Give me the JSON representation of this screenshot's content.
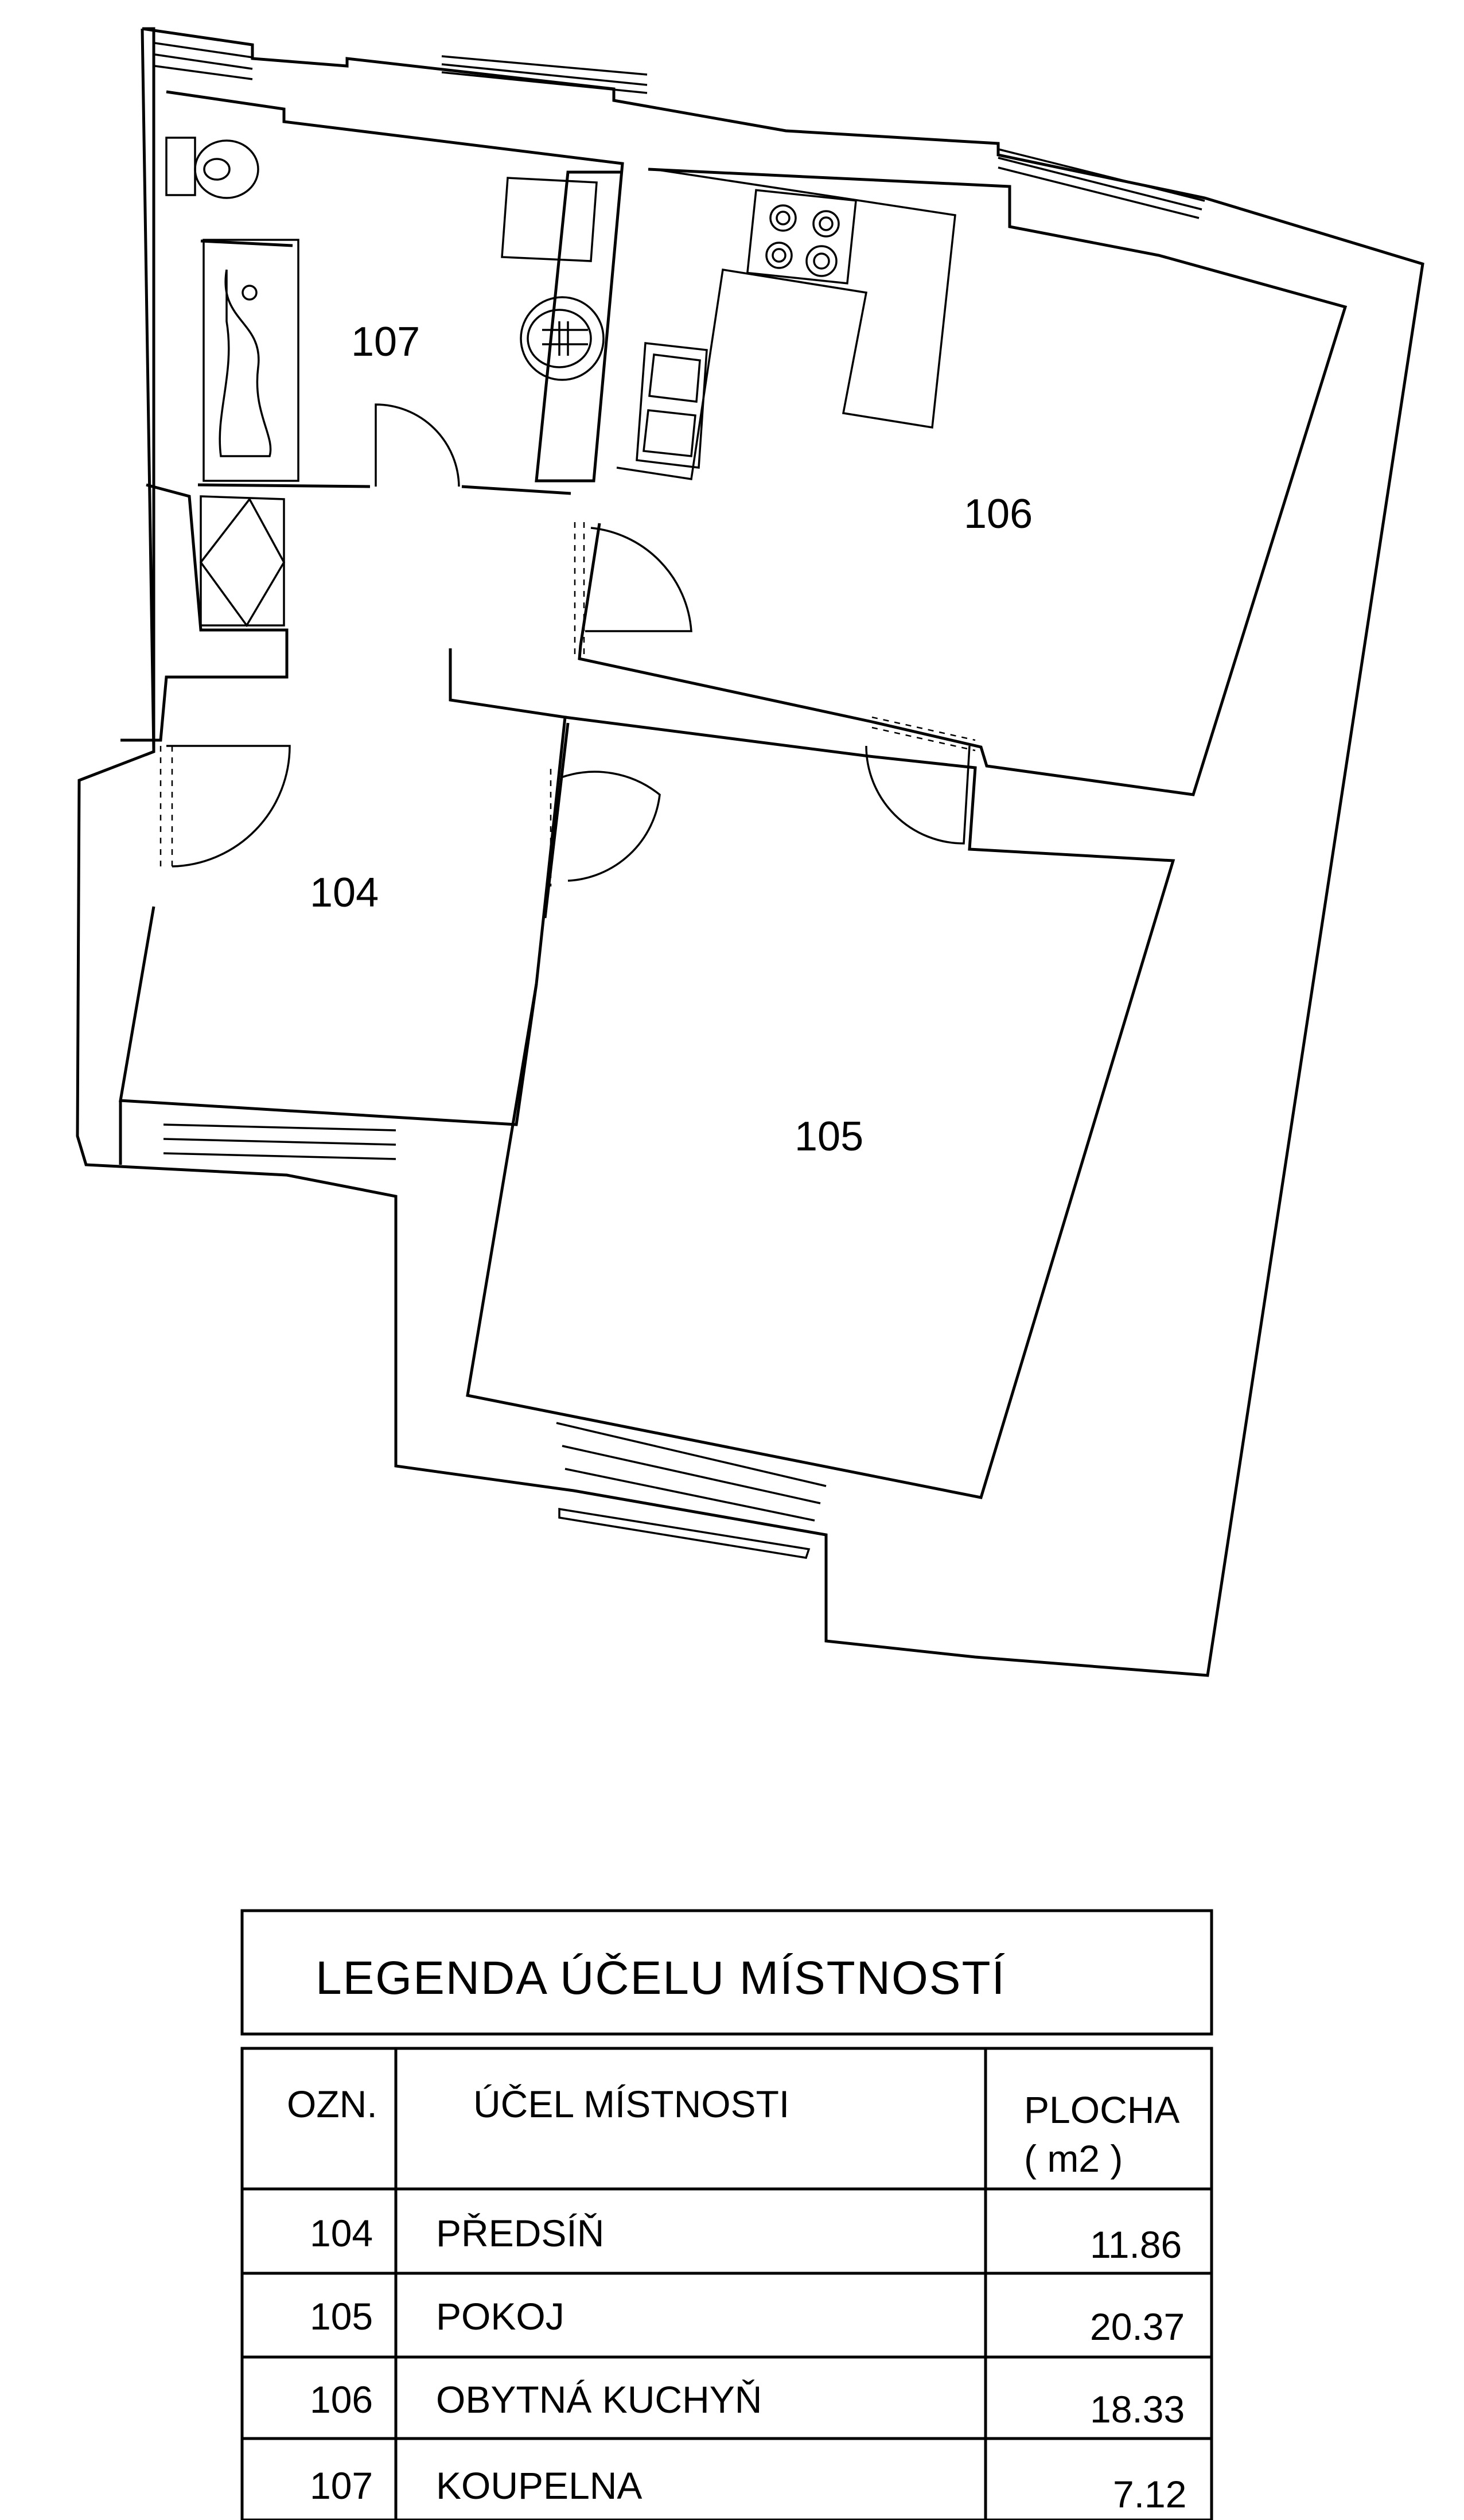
{
  "rooms": [
    {
      "id": "104",
      "label": "104"
    },
    {
      "id": "105",
      "label": "105"
    },
    {
      "id": "106",
      "label": "106"
    },
    {
      "id": "107",
      "label": "107"
    }
  ],
  "legend": {
    "title": "LEGENDA ÚČELU MÍSTNOSTÍ",
    "headers": {
      "ozn": "OZN.",
      "ucel": "ÚČEL MÍSTNOSTI",
      "plocha_line1": "PLOCHA",
      "plocha_line2": "( m2 )"
    },
    "rows": [
      {
        "ozn": "104",
        "ucel": "PŘEDSÍŇ",
        "plocha": "11.86"
      },
      {
        "ozn": "105",
        "ucel": "POKOJ",
        "plocha": "20.37"
      },
      {
        "ozn": "106",
        "ucel": "OBYTNÁ KUCHYŇ",
        "plocha": "18.33"
      },
      {
        "ozn": "107",
        "ucel": "KOUPELNA",
        "plocha": "7.12"
      }
    ]
  }
}
